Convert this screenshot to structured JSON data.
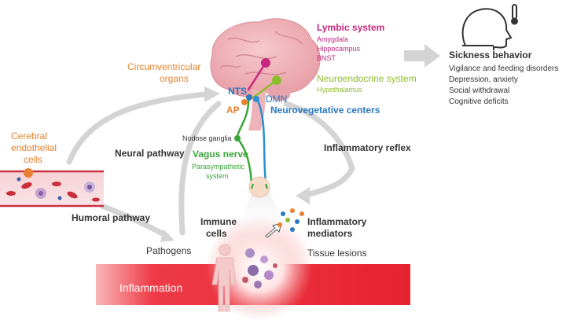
{
  "labels": {
    "lymbic_title": "Lymbic system",
    "lymbic_items": [
      "Amygdala",
      "Hippocampus",
      "BNST"
    ],
    "circumventricular": [
      "Circumventricular",
      "organs"
    ],
    "nts": "NTS",
    "dmn": "DMN",
    "ap": "AP",
    "neurovegetative": "Neurovegetative centers",
    "neuroendocrine_title": "Neuroendocrine system",
    "neuroendocrine_item": "Hypothalamus",
    "sickness_title": "Sickness behavior",
    "sickness_items": [
      "Vigilance and feeding disorders",
      "Depression, anxiety",
      "Social withdrawal",
      "Cognitive deficits"
    ],
    "cerebral": [
      "Cerebral",
      "endothelial",
      "cells"
    ],
    "nodose": "Nodose ganglia",
    "neural_pathway": "Neural pathway",
    "vagus": "Vagus nerve",
    "parasympathetic": [
      "Parasympathetic",
      "system"
    ],
    "inflammatory_reflex": "Inflammatory reflex",
    "humoral_pathway": "Humoral pathway",
    "immune_cells": [
      "Immune",
      "cells"
    ],
    "inflammatory_mediators": [
      "Inflammatory",
      "mediators"
    ],
    "pathogens": "Pathogens",
    "tissue_lesions": "Tissue lesions",
    "inflammation": "Inflammation"
  },
  "colors": {
    "orange": "#e8812f",
    "magenta": "#c7267f",
    "green": "#3aa53a",
    "lime": "#8dbd2d",
    "blue": "#2a78c0",
    "inflammation_red": "#e8283a",
    "arrow_gray": "#d4d4d4"
  },
  "icons": [
    "brain-icon",
    "head-with-thermometer-icon",
    "human-figure-icon",
    "blood-vessel-icon"
  ]
}
